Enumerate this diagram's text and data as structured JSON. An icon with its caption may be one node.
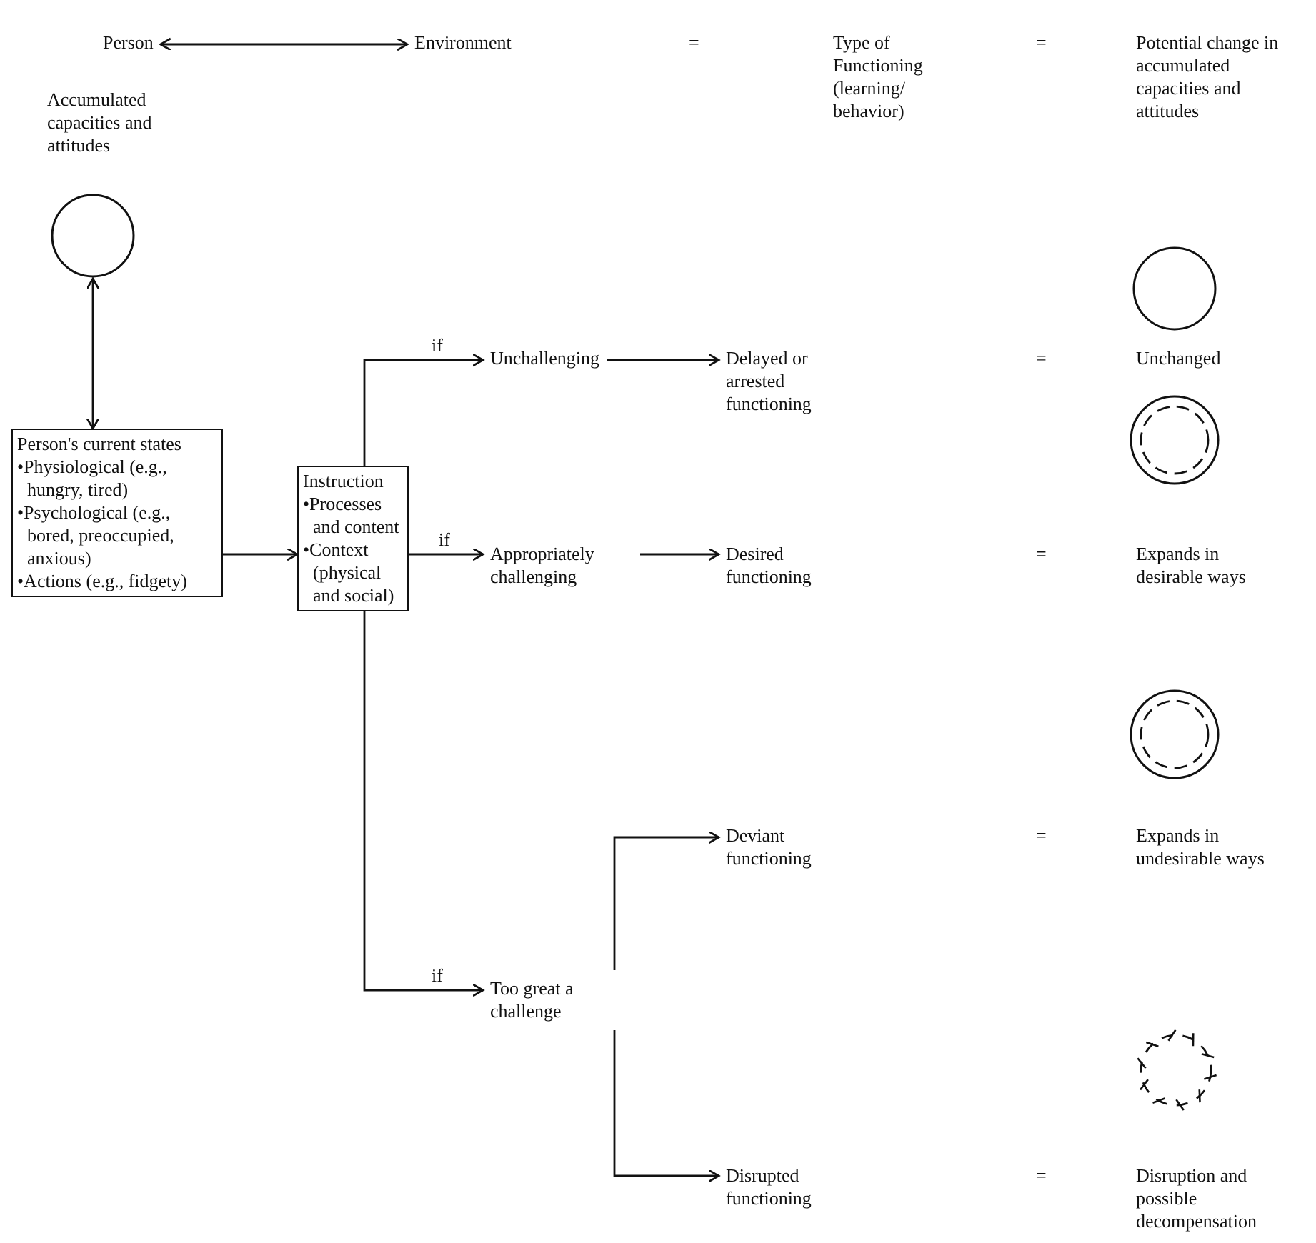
{
  "diagram": {
    "nodes": [
      {
        "text": [
          "Person"
        ]
      },
      {
        "text": [
          "Environment"
        ]
      },
      {
        "text": [],
        "shape": "circle"
      },
      {
        "text": [
          "Person's current states",
          "•Physiological (e.g., hungry, tired)",
          "•Psychological (e.g., bored, preoccupied, anxious)",
          "•Actions (e.g., fidgety)"
        ]
      },
      {
        "text": [
          "Instruction",
          "•Processes and content",
          "•Context (physical and social)"
        ]
      },
      {
        "text": [
          "Unchallenging"
        ]
      },
      {
        "text": [
          "Appropriately challenging"
        ]
      },
      {
        "text": [
          "Too great a challenge"
        ]
      },
      {
        "text": [
          "Delayed or arrested functioning"
        ]
      },
      {
        "text": [
          "Desired functioning"
        ]
      },
      {
        "text": [
          "Deviant functioning"
        ]
      },
      {
        "text": [
          "Disrupted functioning"
        ]
      },
      {
        "text": [],
        "shape": "circle"
      },
      {
        "text": [],
        "shape": "circle"
      },
      {
        "text": [],
        "shape": "circle"
      },
      {
        "text": [],
        "shape": "circle"
      }
    ],
    "edges": [
      {
        "from": 0,
        "to": 1,
        "arrow": "both"
      },
      {
        "from": 2,
        "to": 3,
        "arrow": "both"
      },
      {
        "from": 3,
        "to": 4,
        "arrow": "to"
      },
      {
        "from": 4,
        "to": 5,
        "arrow": "to",
        "label": "if"
      },
      {
        "from": 4,
        "to": 6,
        "arrow": "to",
        "label": "if"
      },
      {
        "from": 4,
        "to": 7,
        "arrow": "to",
        "label": "if"
      },
      {
        "from": 5,
        "to": 8,
        "arrow": "to"
      },
      {
        "from": 6,
        "to": 9,
        "arrow": "to"
      },
      {
        "from": 7,
        "to": 10,
        "arrow": "to"
      },
      {
        "from": 7,
        "to": 11,
        "arrow": "to"
      }
    ],
    "labels": [
      "=",
      "Type of Functioning (learning/ behavior)",
      "=",
      "Potential change in accumulated capacities and attitudes",
      "Accumulated capacities and attitudes",
      "=",
      "Unchanged",
      "=",
      "Expands in desirable ways",
      "=",
      "Expands in undesirable ways",
      "=",
      "Disruption and possible decompensation"
    ]
  }
}
